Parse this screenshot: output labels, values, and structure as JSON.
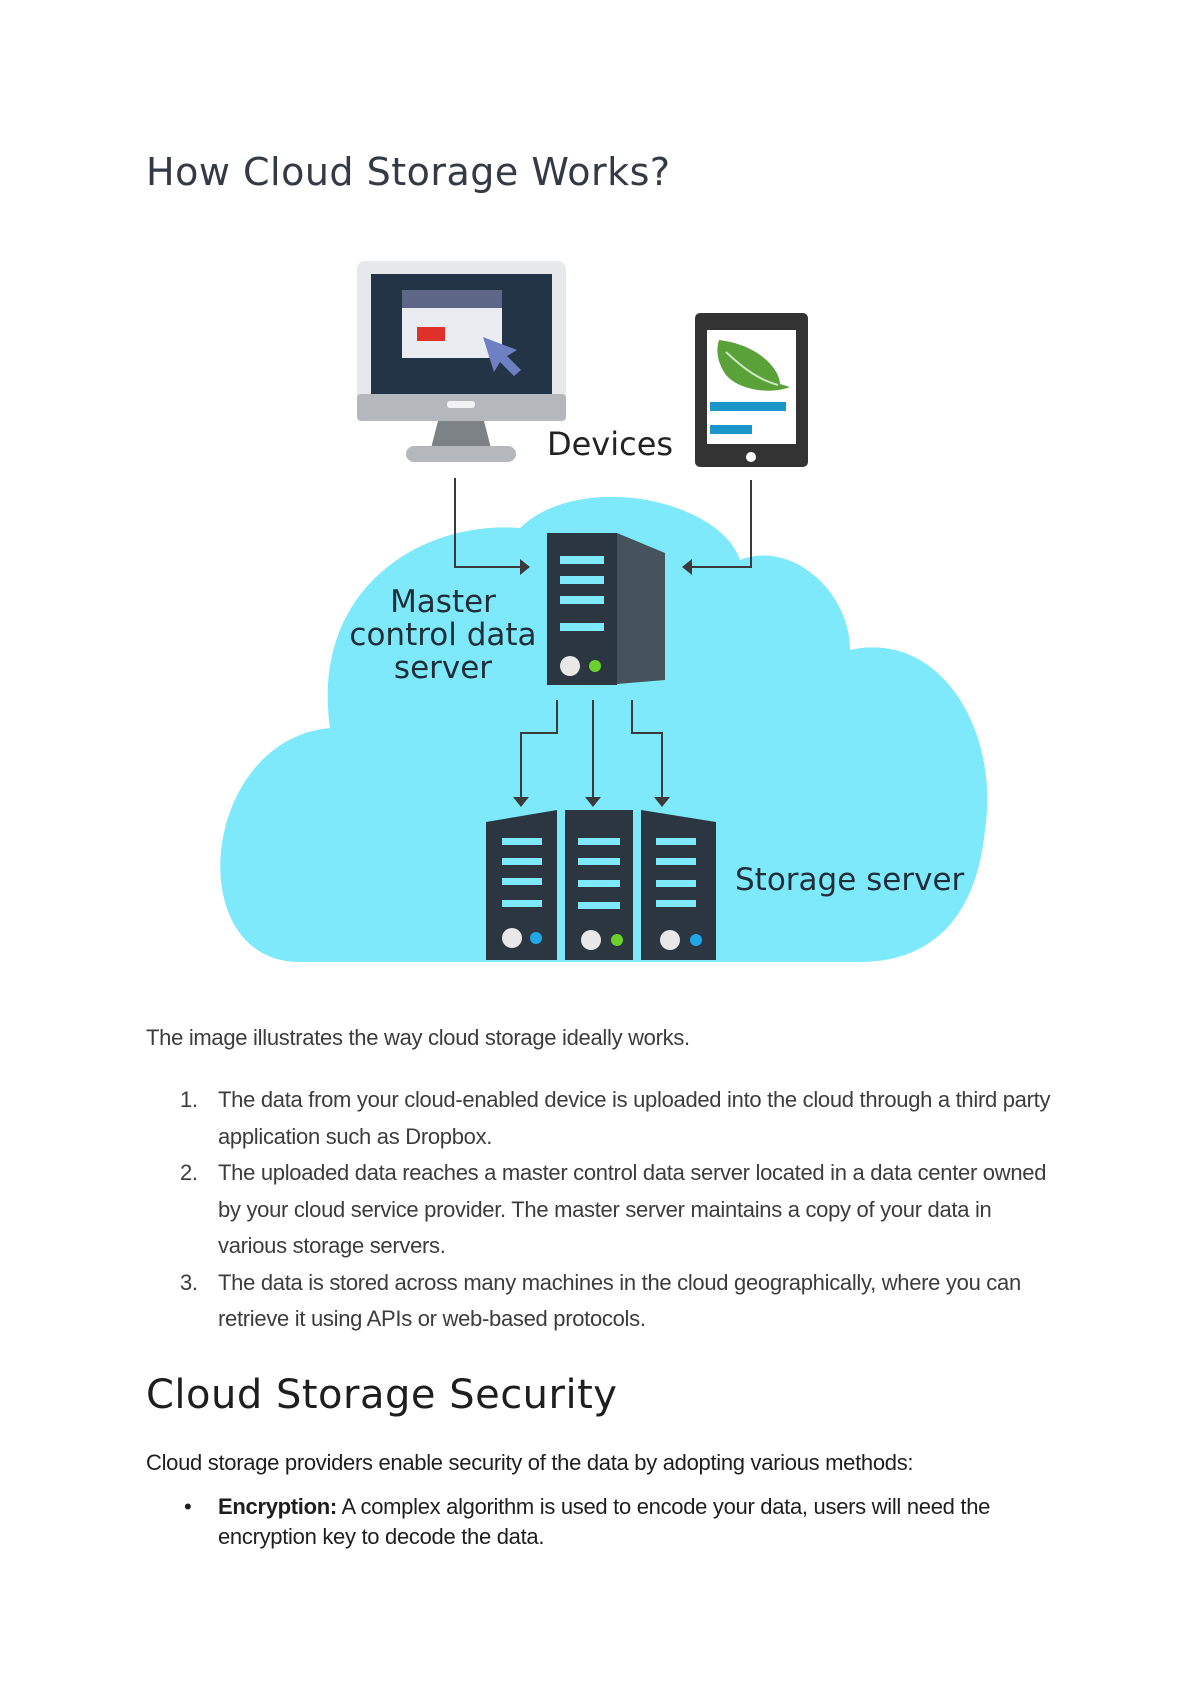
{
  "document": {
    "title": "How Cloud Storage Works?",
    "diagram": {
      "labels": {
        "devices": "Devices",
        "master_line1": "Master",
        "master_line2": "control data",
        "master_line3": "server",
        "storage": "Storage server"
      },
      "colors": {
        "cloud": "#7ee9fa",
        "server_dark": "#2c3640",
        "server_side": "#46525c",
        "server_slot": "#7ee9fa",
        "monitor_frame": "#e6e8eb",
        "monitor_screen": "#233447",
        "monitor_bezel": "#b4b8bd",
        "window_bar": "#5d6687",
        "window_body": "#e9edf2",
        "window_button": "#e0302b",
        "cursor": "#6f7fc4",
        "tablet_body": "#333333",
        "leaf": "#5aa13a",
        "tablet_line": "#1b96c8",
        "led_green": "#6ad12d",
        "led_blue": "#1ea9e6",
        "led_white": "#e8e8e8",
        "arrow": "#3a3a3a"
      }
    },
    "intro": "The image illustrates the way cloud storage ideally works.",
    "steps": [
      {
        "num": "1.",
        "text": "The data from your cloud-enabled device is uploaded into the cloud through a third party application such as Dropbox."
      },
      {
        "num": "2.",
        "text": "The uploaded data reaches a master control data server located in a data center owned by your cloud service provider. The master server maintains a copy of your data in various storage servers."
      },
      {
        "num": "3.",
        "text": "The data is stored across many machines in the cloud geographically, where you can retrieve it using APIs or web-based protocols."
      }
    ],
    "security": {
      "title": "Cloud Storage Security",
      "intro": "Cloud storage providers enable security of the data by adopting various methods:",
      "methods": [
        {
          "bullet": "•",
          "term": "Encryption:",
          "text": " A complex algorithm is used to encode your data, users will need the encryption key to decode the data."
        }
      ]
    }
  }
}
